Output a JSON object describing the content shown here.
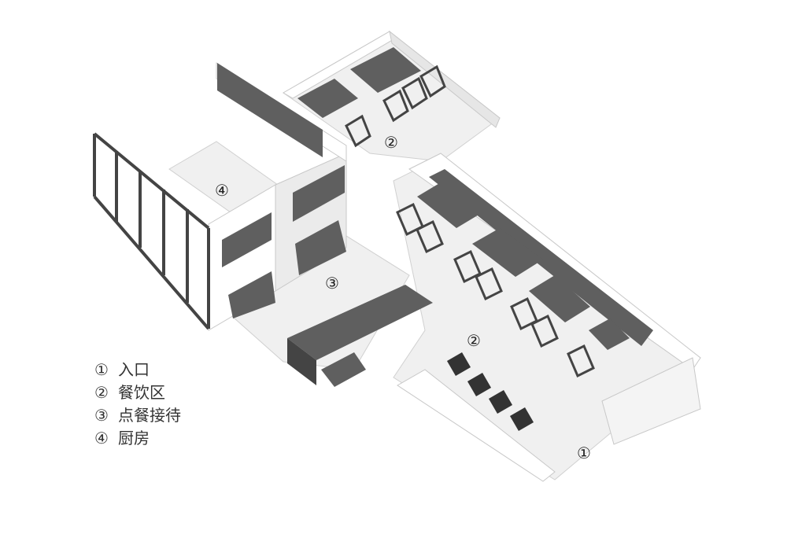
{
  "legend": [
    {
      "num": "①",
      "label": "入口"
    },
    {
      "num": "②",
      "label": "餐饮区"
    },
    {
      "num": "③",
      "label": "点餐接待"
    },
    {
      "num": "④",
      "label": "厨房"
    }
  ],
  "zone_labels": [
    "②",
    "④",
    "③",
    "②",
    "①"
  ],
  "colors": {
    "furniture": "#5f5f5f",
    "furniture_dark": "#444444",
    "wall": "#ffffff",
    "floor": "#f0f0f0",
    "shadow": "#d9d9d9"
  }
}
